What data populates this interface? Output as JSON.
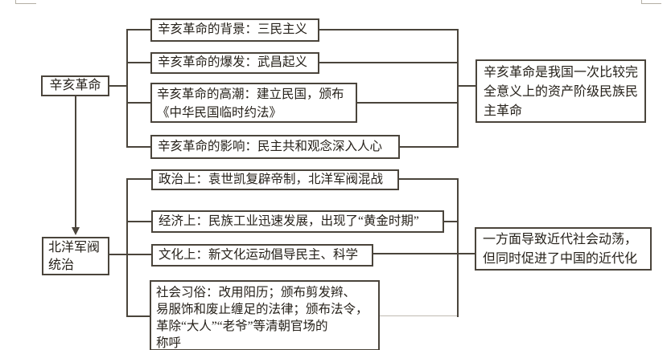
{
  "colors": {
    "line": "#4a443b",
    "faint_line": "#c0bbb2",
    "text": "#26211a",
    "background": "#ffffff"
  },
  "nodes": {
    "root_top": {
      "label": "辛亥革命"
    },
    "root_bottom": {
      "lines": [
        "北洋军阀",
        "统治"
      ]
    },
    "top_branches": [
      {
        "text": "辛亥革命的背景：三民主义"
      },
      {
        "text": "辛亥革命的爆发：武昌起义"
      },
      {
        "lines": [
          "辛亥革命的高潮：建立民国，颁布",
          "《中华民国临时约法》"
        ]
      },
      {
        "text": "辛亥革命的影响：民主共和观念深入人心"
      }
    ],
    "bottom_branches": [
      {
        "text": "政治上：袁世凯复辟帝制，北洋军阀混战"
      },
      {
        "text": "经济上：民族工业迅速发展，出现了“黄金时期”"
      },
      {
        "text": "文化上：新文化运动倡导民主、科学"
      },
      {
        "lines": [
          "社会习俗：改用阳历；颁布剪发辫、",
          "易服饰和废止缠足的法律；颁布法令，",
          "革除“大人”“老爷”等清朝官场的",
          "称呼"
        ]
      }
    ],
    "summary_top": {
      "lines": [
        "辛亥革命是我国一次比较完",
        "全意义上的资产阶级民族民",
        "主革命"
      ]
    },
    "summary_bottom": {
      "lines": [
        "一方面导致近代社会动荡，",
        "但同时促进了中国的近代化"
      ]
    }
  }
}
